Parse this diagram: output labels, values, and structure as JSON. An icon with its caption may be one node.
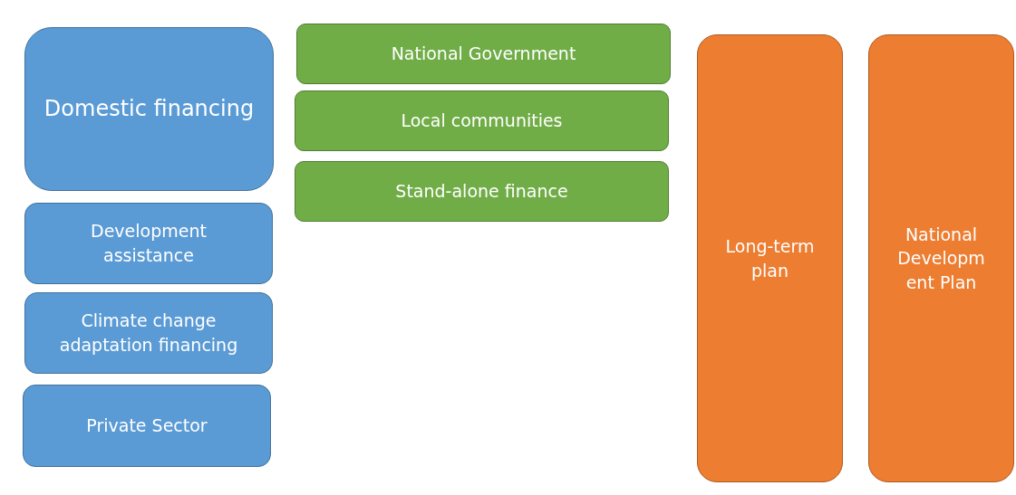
{
  "diagram": {
    "nodes": [
      {
        "text": [
          "Domestic financing"
        ]
      },
      {
        "text": [
          "Development assistance"
        ]
      },
      {
        "text": [
          "Climate change adaptation financing"
        ]
      },
      {
        "text": [
          "Private Sector"
        ]
      },
      {
        "text": [
          "National Government"
        ]
      },
      {
        "text": [
          "Local communities"
        ]
      },
      {
        "text": [
          "Stand-alone finance"
        ]
      },
      {
        "text": [
          "Long-term plan"
        ]
      },
      {
        "text": [
          "National Development Plan"
        ]
      }
    ]
  }
}
